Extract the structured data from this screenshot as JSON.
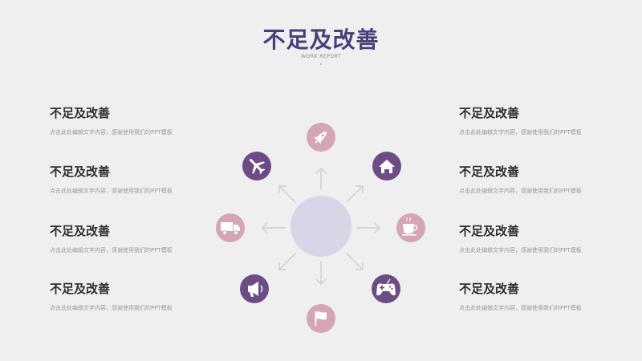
{
  "title": "不足及改善",
  "subtitle": "WORK REPORT",
  "left_items": [
    {
      "heading": "不足及改善",
      "body": "点击此处编辑文字内容，感谢使用我们的PPT模板"
    },
    {
      "heading": "不足及改善",
      "body": "点击此处编辑文字内容，感谢使用我们的PPT模板"
    },
    {
      "heading": "不足及改善",
      "body": "点击此处编辑文字内容，感谢使用我们的PPT模板"
    },
    {
      "heading": "不足及改善",
      "body": "点击此处编辑文字内容，感谢使用我们的PPT模板"
    }
  ],
  "right_items": [
    {
      "heading": "不足及改善",
      "body": "点击此处编辑文字内容，感谢使用我们的PPT模板"
    },
    {
      "heading": "不足及改善",
      "body": "点击此处编辑文字内容，感谢使用我们的PPT模板"
    },
    {
      "heading": "不足及改善",
      "body": "点击此处编辑文字内容，感谢使用我们的PPT模板"
    },
    {
      "heading": "不足及改善",
      "body": "点击此处编辑文字内容，感谢使用我们的PPT模板"
    }
  ],
  "icons": [
    {
      "name": "rocket-icon",
      "color": "#d4a5b4"
    },
    {
      "name": "home-icon",
      "color": "#6b4c84"
    },
    {
      "name": "coffee-icon",
      "color": "#d4a5b4"
    },
    {
      "name": "gamepad-icon",
      "color": "#6b4c84"
    },
    {
      "name": "flag-icon",
      "color": "#d4a5b4"
    },
    {
      "name": "megaphone-icon",
      "color": "#6b4c84"
    },
    {
      "name": "truck-icon",
      "color": "#d4a5b4"
    },
    {
      "name": "airplane-icon",
      "color": "#6b4c84"
    }
  ],
  "colors": {
    "title": "#4a3f7a",
    "center_circle": "#d8d5e6",
    "arrow": "#cfcfcf",
    "pink": "#d4a5b4",
    "purple": "#6b4c84"
  }
}
